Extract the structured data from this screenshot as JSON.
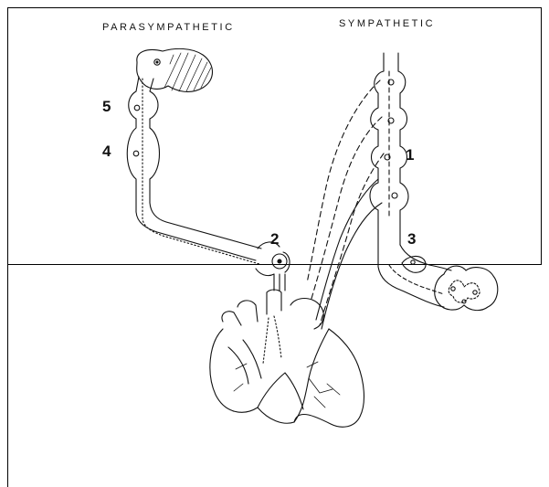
{
  "headers": {
    "left": "PARASYMPATHETIC",
    "right": "SYMPATHETIC"
  },
  "labels": {
    "n1": "1",
    "n2": "2",
    "n3": "3",
    "n4": "4",
    "n5": "5"
  },
  "colors": {
    "ink": "#111111",
    "border": "#000000",
    "background": "#ffffff"
  }
}
